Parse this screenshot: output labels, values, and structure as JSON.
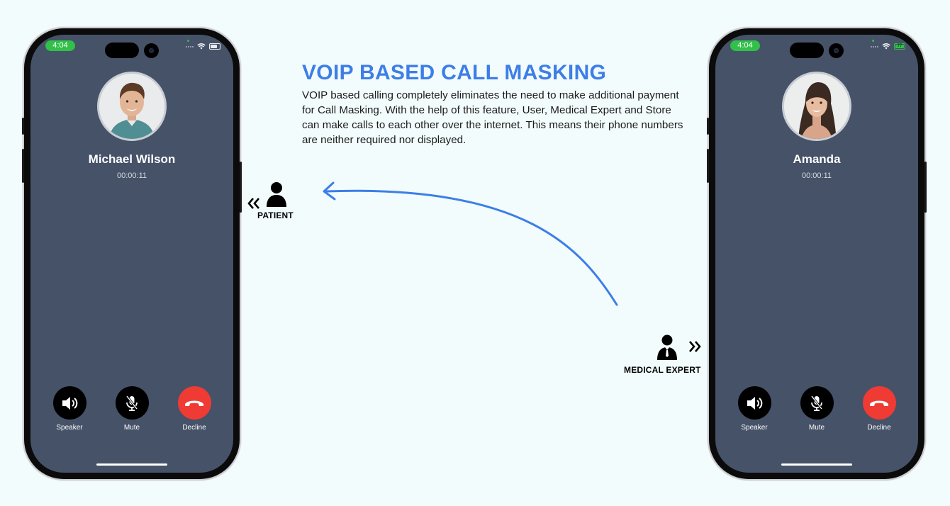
{
  "headline": "VOIP BASED CALL MASKING",
  "description": "VOIP based calling completely eliminates the need to make additional payment for Call Masking. With the help of this feature, User, Medical Expert and Store can make calls to each other over the internet. This means their phone numbers are neither required nor displayed.",
  "roles": {
    "left": {
      "label": "PATIENT",
      "icon": "user-icon",
      "arrow_icon": "double-chevron-left-icon"
    },
    "right": {
      "label": "MEDICAL EXPERT",
      "icon": "businessman-icon",
      "arrow_icon": "double-chevron-right-icon"
    }
  },
  "accent_color": "#3d7ee8",
  "phones": {
    "left": {
      "status_time": "4:04",
      "caller_name": "Michael Wilson",
      "call_timer": "00:00:11",
      "buttons": {
        "speaker": "Speaker",
        "mute": "Mute",
        "decline": "Decline"
      }
    },
    "right": {
      "status_time": "4:04",
      "battery": "77",
      "caller_name": "Amanda",
      "call_timer": "00:00:11",
      "buttons": {
        "speaker": "Speaker",
        "mute": "Mute",
        "decline": "Decline"
      }
    }
  }
}
